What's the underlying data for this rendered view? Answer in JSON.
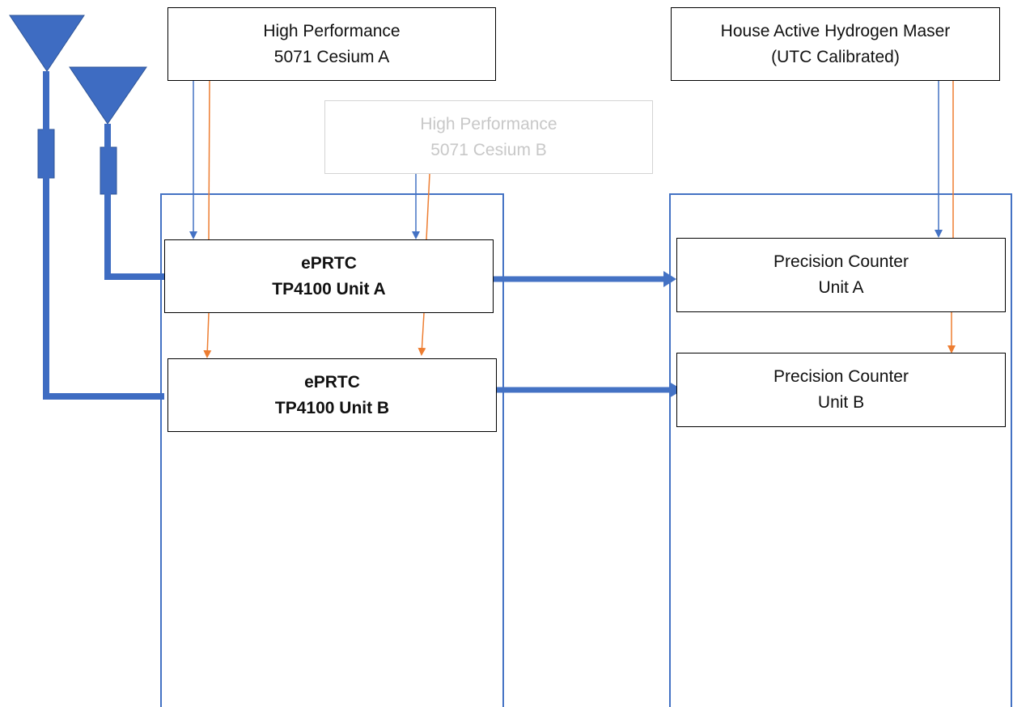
{
  "colors": {
    "blue": "#4472C4",
    "antenna_blue": "#3E6CC2",
    "orange": "#ED7D31",
    "faded_text": "#c8c8c8",
    "faded_border": "#d4d4d4",
    "box_border": "#000000"
  },
  "boxes": {
    "cesium_a": {
      "line1": "High Performance",
      "line2": "5071 Cesium A"
    },
    "maser": {
      "line1": "House Active Hydrogen Maser",
      "line2": "(UTC Calibrated)"
    },
    "cesium_b": {
      "line1": "High Performance",
      "line2": "5071 Cesium B"
    },
    "eprtc_a": {
      "line1": "ePRTC",
      "line2": "TP4100 Unit A"
    },
    "eprtc_b": {
      "line1": "ePRTC",
      "line2": "TP4100 Unit B"
    },
    "counter_a": {
      "line1": "Precision Counter",
      "line2": "Unit A"
    },
    "counter_b": {
      "line1": "Precision Counter",
      "line2": "Unit B"
    }
  },
  "icons": [
    "antenna-icon",
    "antenna-icon",
    "amplifier-icon",
    "amplifier-icon"
  ]
}
